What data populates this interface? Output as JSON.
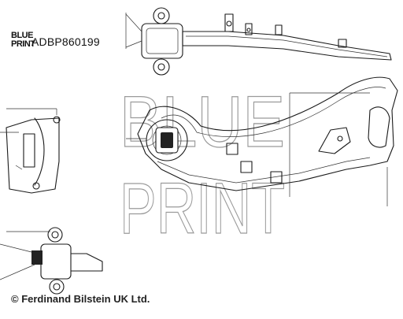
{
  "brand": {
    "logo_line1": "BLUE",
    "logo_line2": "PRINT",
    "watermark_line1": "BLUE",
    "watermark_line2": "PRINT"
  },
  "part_number": "ADBP860199",
  "copyright": "© Ferdinand Bilstein UK Ltd."
}
